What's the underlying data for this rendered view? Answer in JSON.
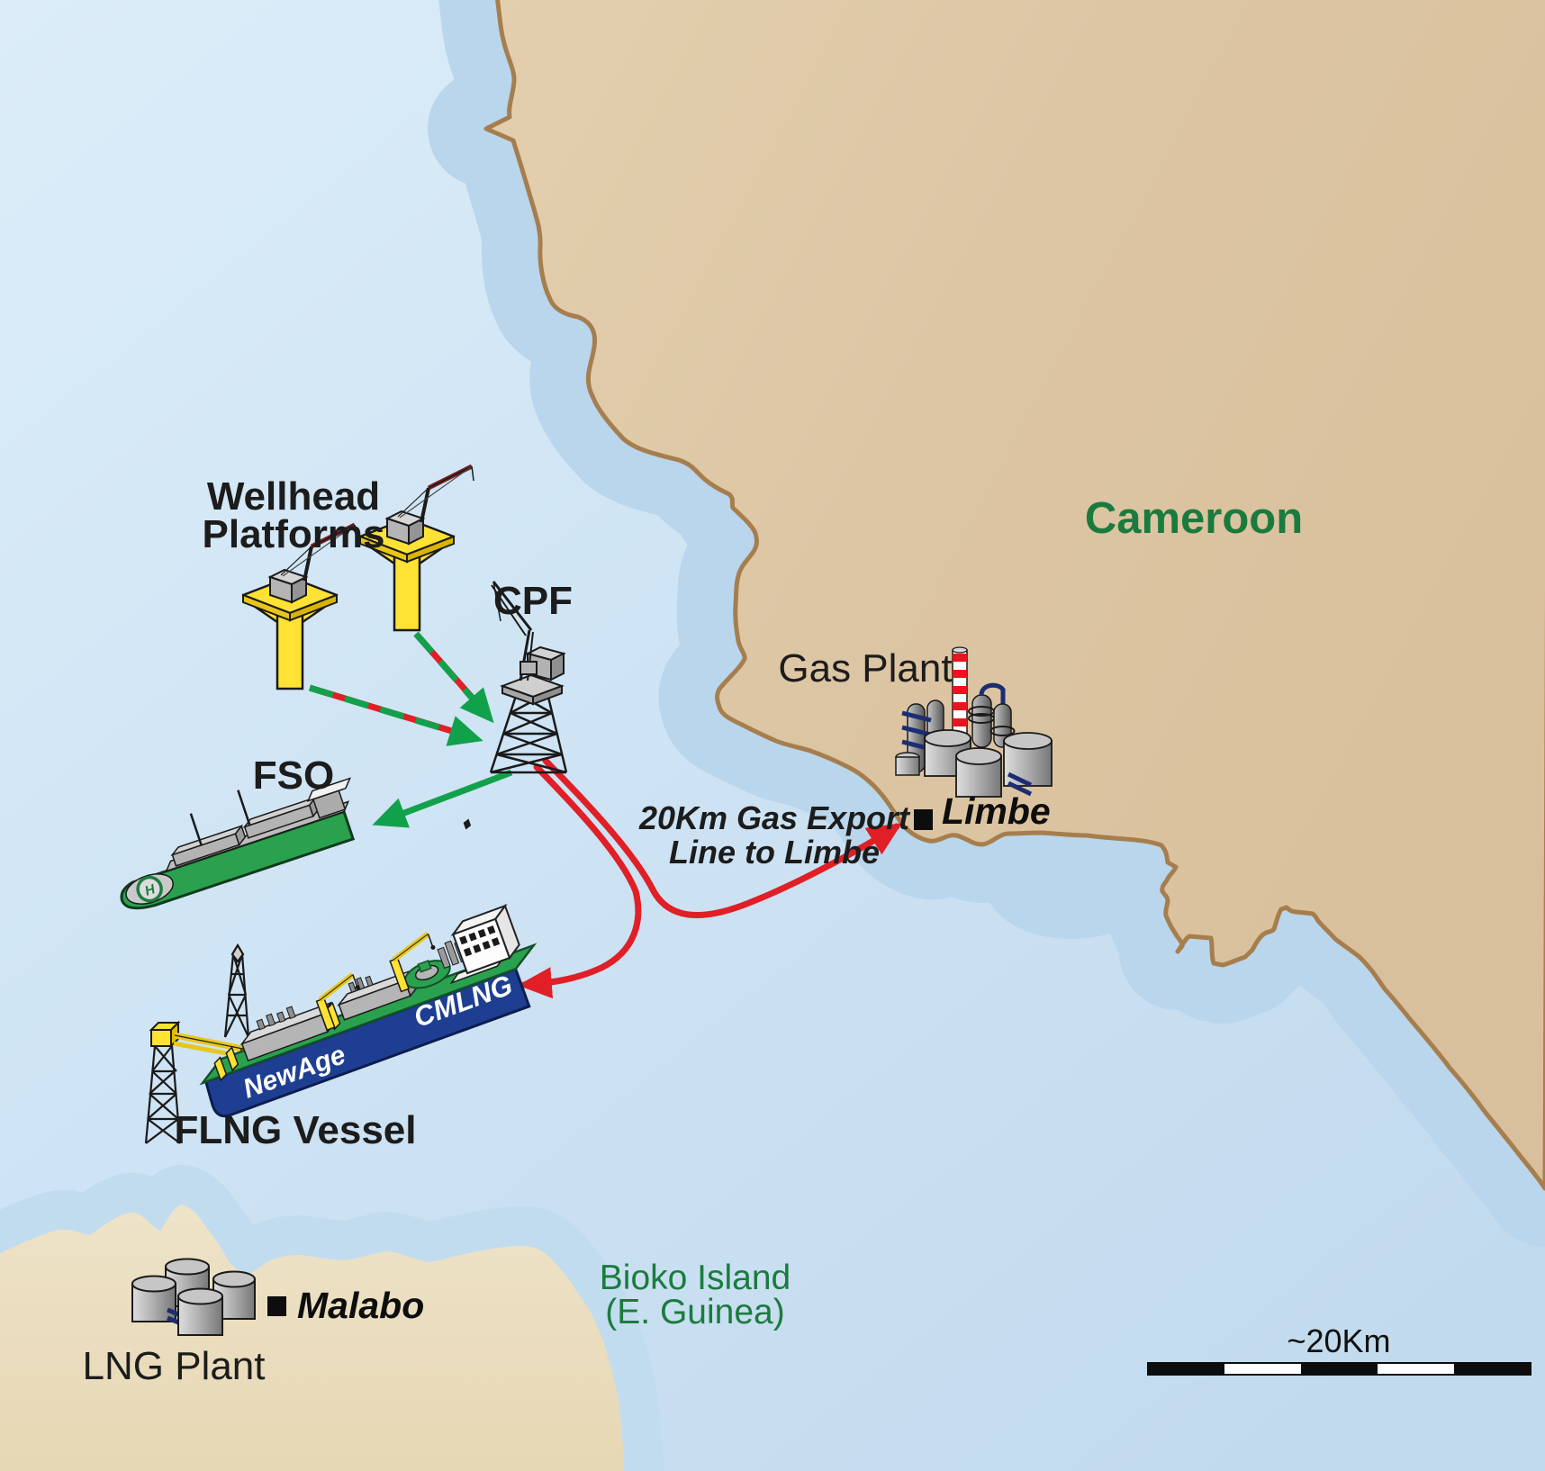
{
  "labels": {
    "wellhead_platforms": {
      "line1": "Wellhead",
      "line2": "Platforms"
    },
    "cpf": "CPF",
    "fso": "FSO",
    "flng_vessel": "FLNG Vessel",
    "gas_plant": "Gas Plant",
    "lng_plant": "LNG Plant",
    "pipeline": {
      "line1": "20Km Gas Export",
      "line2": "Line to Limbe"
    },
    "regions": {
      "cameroon": "Cameroon",
      "bioko_line1": "Bioko Island",
      "bioko_line2": "(E. Guinea)"
    },
    "cities": {
      "limbe": "Limbe",
      "malabo": "Malabo"
    },
    "scale_label": "~20Km"
  },
  "vessel_markings": {
    "owner": "NewAge",
    "name": "CMLNG",
    "helipad": "H"
  },
  "colors": {
    "ocean": "#cfe4f4",
    "shallow_water": "#b9d6ec",
    "mainland": "#dcc5a3",
    "island": "#ece0c3",
    "coastline": "#a67e4d",
    "green_label": "#1b7b3e",
    "arrow_green": "#12a14b",
    "pipeline_red": "#e01f26",
    "hull_blue": "#1e3e92",
    "deck_green": "#2aa14e",
    "platform_yellow": "#ffe234",
    "stack_red": "#e8141f",
    "pipe_blue": "#1c2d72"
  }
}
